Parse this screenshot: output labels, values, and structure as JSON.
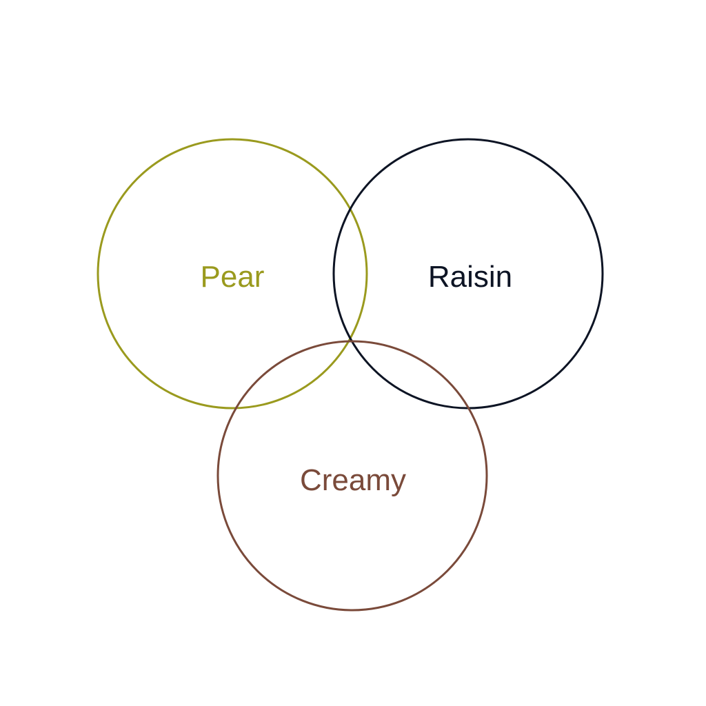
{
  "venn": {
    "sets": [
      {
        "label": "Pear",
        "color": "#9a9a1e"
      },
      {
        "label": "Raisin",
        "color": "#0d1424"
      },
      {
        "label": "Creamy",
        "color": "#7a4a3a"
      }
    ]
  }
}
